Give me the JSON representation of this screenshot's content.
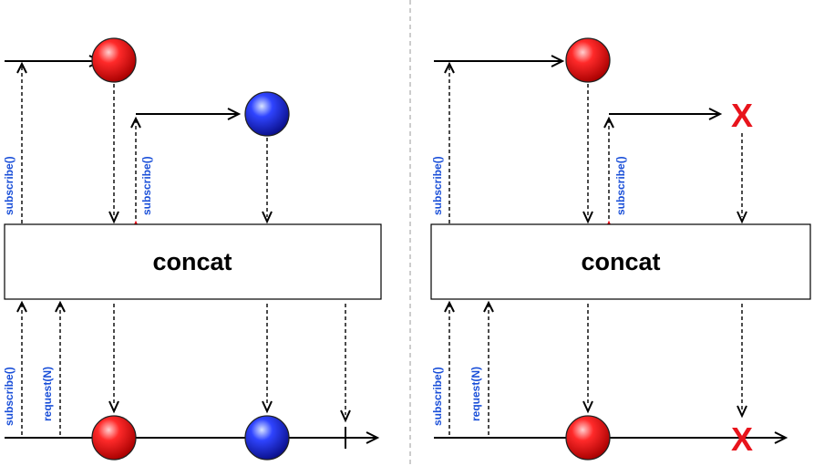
{
  "panels": [
    {
      "id": "left",
      "operator_label": "concat",
      "second_source": "blue-marble",
      "output_end": "completion"
    },
    {
      "id": "right",
      "operator_label": "concat",
      "second_source": "error",
      "output_end": "error"
    }
  ],
  "labels": {
    "subscribe": "subscribe()",
    "request": "request(N)",
    "error_mark": "X"
  },
  "colors": {
    "red_marble": "#e8000d",
    "blue_marble": "#1f2bd4",
    "call_text": "#1a4fd8",
    "error": "#e8141c",
    "divider": "#bbbbbb"
  }
}
